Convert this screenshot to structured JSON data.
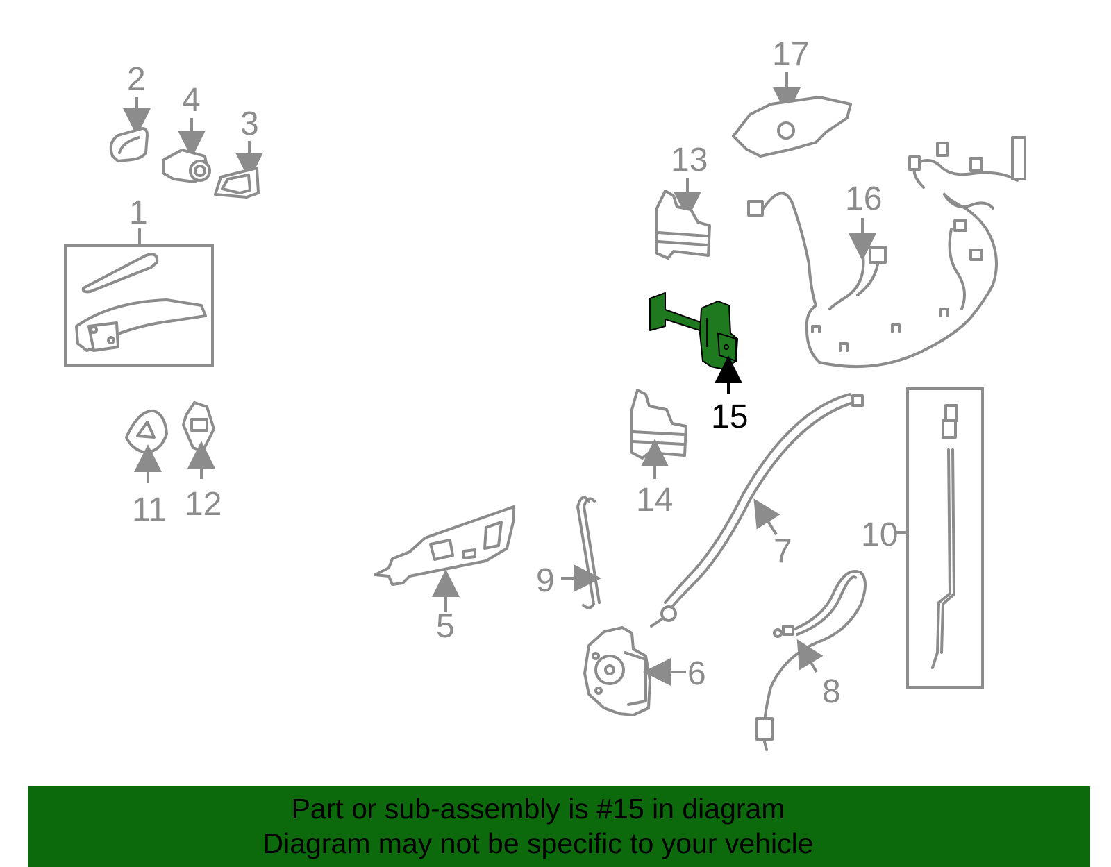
{
  "callouts": {
    "c1": "1",
    "c2": "2",
    "c3": "3",
    "c4": "4",
    "c5": "5",
    "c6": "6",
    "c7": "7",
    "c8": "8",
    "c9": "9",
    "c10": "10",
    "c11": "11",
    "c12": "12",
    "c13": "13",
    "c14": "14",
    "c15": "15",
    "c16": "16",
    "c17": "17"
  },
  "highlight": {
    "part_number": "15",
    "color": "#0c6a0c"
  },
  "colors": {
    "line": "#8c8c8c",
    "highlight_fill": "#1f7a1f",
    "banner": "#0c6a0c"
  },
  "banner": {
    "line1": "Part or sub-assembly is #15 in diagram",
    "line2": "Diagram may not be specific to your vehicle"
  }
}
